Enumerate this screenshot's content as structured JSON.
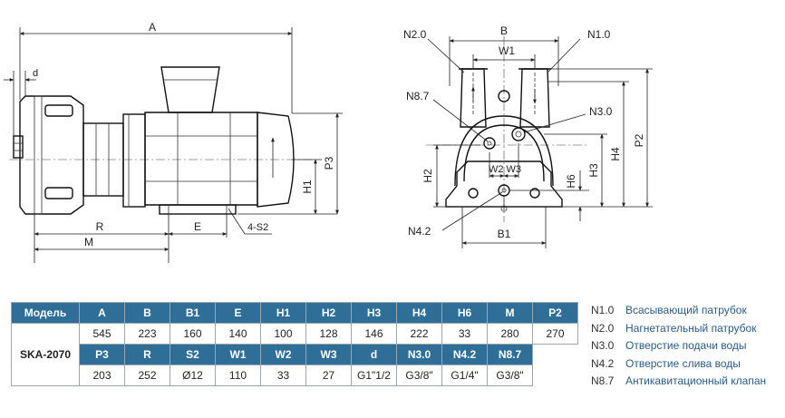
{
  "drawing": {
    "labels": {
      "A": "A",
      "d": "d",
      "R": "R",
      "M": "M",
      "E": "E",
      "S2": "4-S2",
      "H1": "H1",
      "P3": "P3",
      "B": "B",
      "W1": "W1",
      "N20": "N2.0",
      "N10": "N1.0",
      "N87": "N8.7",
      "N30": "N3.0",
      "W2W3": "W2 W3",
      "H2": "H2",
      "H3": "H3",
      "H4": "H4",
      "H6": "H6",
      "P2": "P2",
      "N42": "N4.2",
      "B1": "B1"
    }
  },
  "table": {
    "header1": [
      "Модель",
      "A",
      "B",
      "B1",
      "E",
      "H1",
      "H2",
      "H3",
      "H4",
      "H6",
      "M",
      "P2"
    ],
    "model": "SKA-2070",
    "values1": [
      "545",
      "223",
      "160",
      "140",
      "100",
      "128",
      "146",
      "222",
      "33",
      "280",
      "270"
    ],
    "header2": [
      "P3",
      "R",
      "S2",
      "W1",
      "W2",
      "W3",
      "d",
      "N3.0",
      "N4.2",
      "N8.7"
    ],
    "values2": [
      "203",
      "252",
      "Ø12",
      "110",
      "33",
      "27",
      "G1\"1/2",
      "G3/8\"",
      "G1/4\"",
      "G3/8\""
    ]
  },
  "legend": [
    {
      "code": "N1.0",
      "text": "Всасывающий патрубок"
    },
    {
      "code": "N2.0",
      "text": "Нагнетательный патрубок"
    },
    {
      "code": "N3.0",
      "text": "Отверстие подачи воды"
    },
    {
      "code": "N4.2",
      "text": "Отверстие слива воды"
    },
    {
      "code": "N8.7",
      "text": "Антикавитационный клапан"
    }
  ],
  "colors": {
    "header_fill": "#2f6e97",
    "legend_text": "#2a5a86"
  }
}
